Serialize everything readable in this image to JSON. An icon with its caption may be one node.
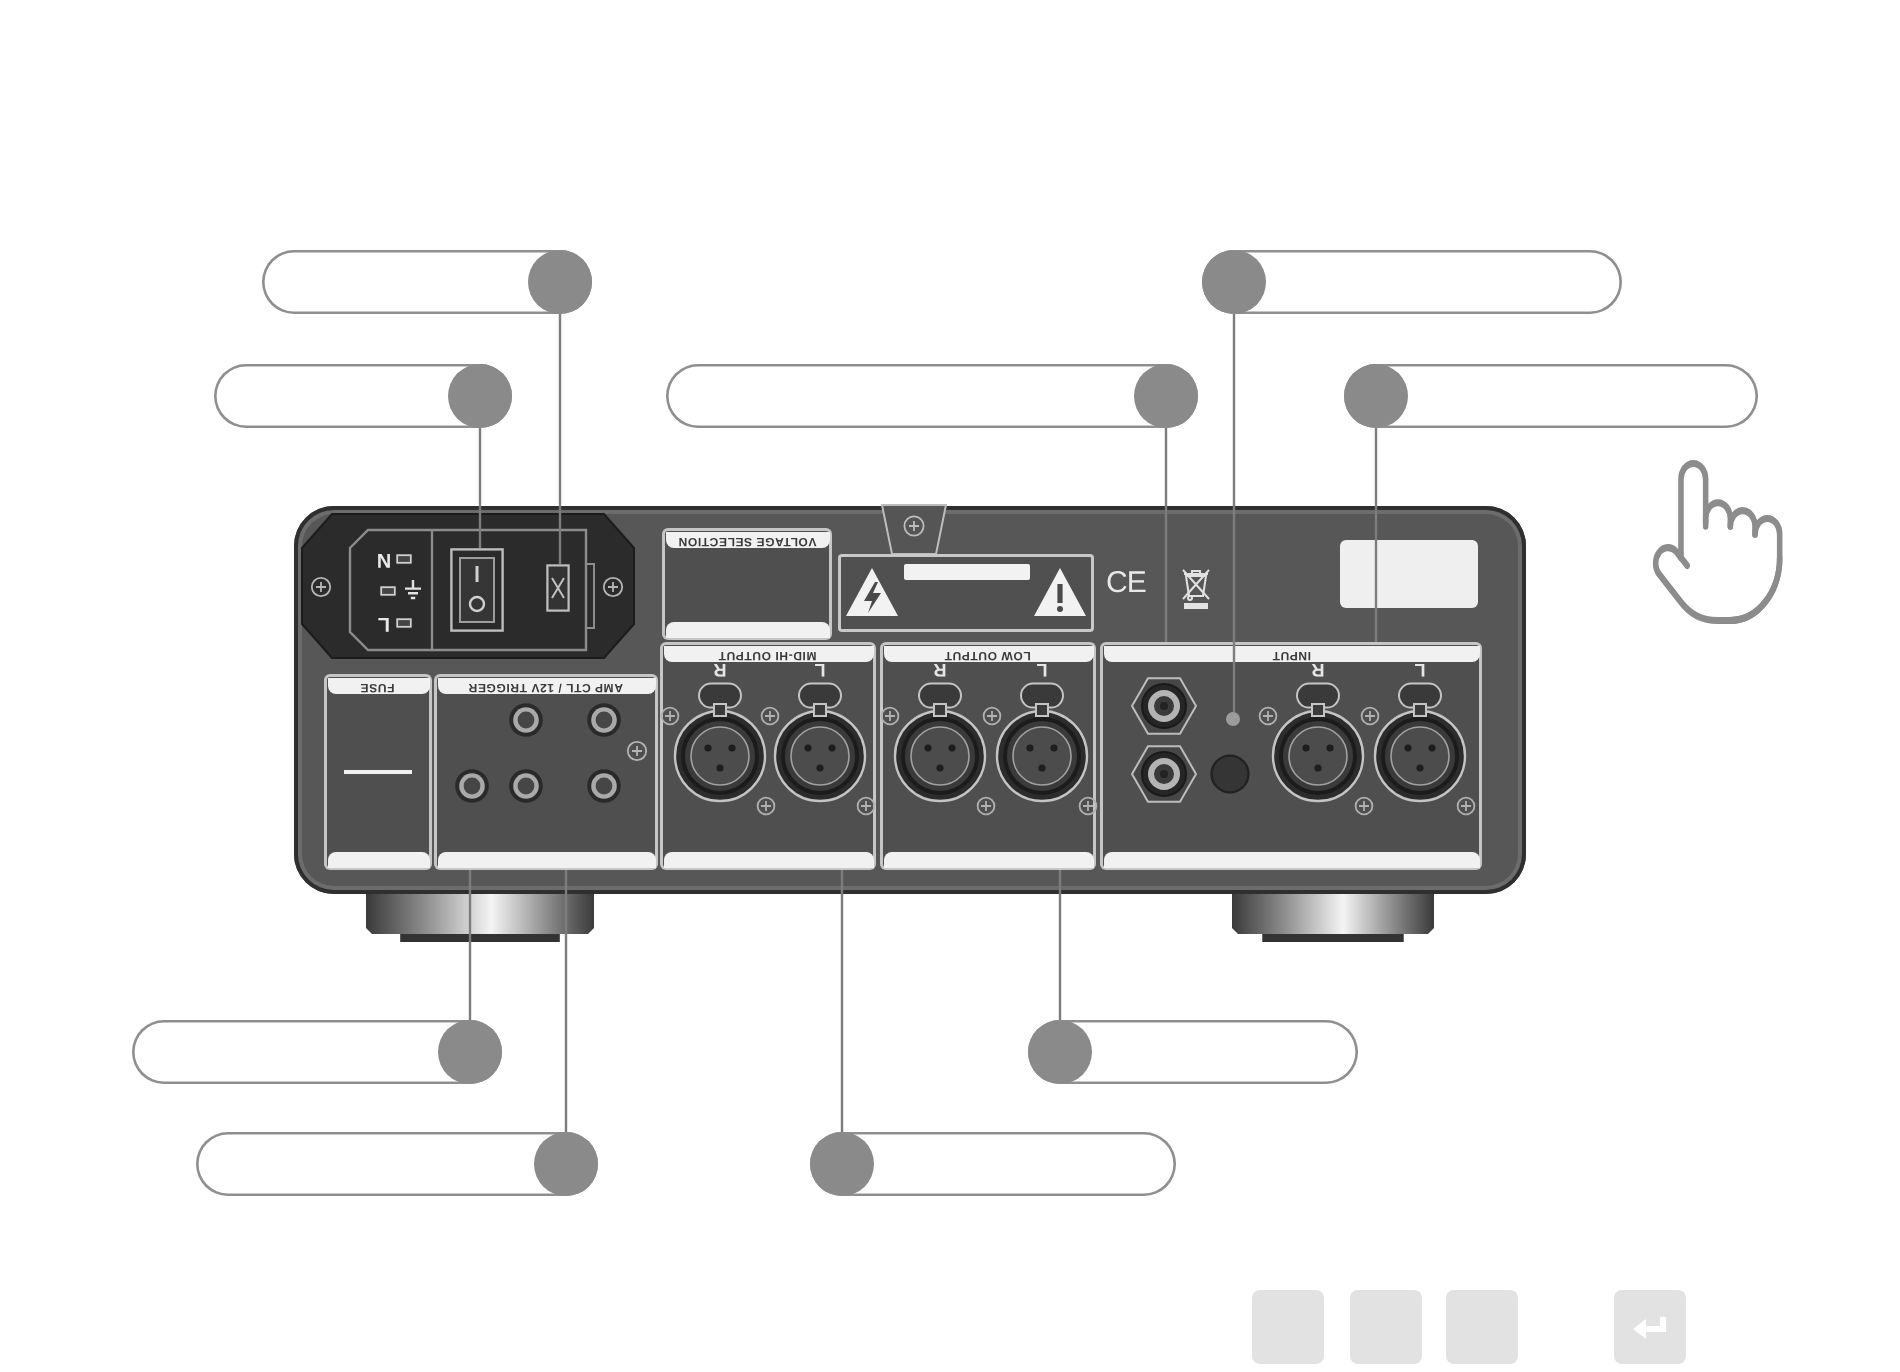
{
  "diagram": {
    "nodes": [
      {
        "text": [],
        "shape": "pill"
      },
      {
        "text": [],
        "shape": "pill"
      },
      {
        "text": [],
        "shape": "pill"
      },
      {
        "text": [],
        "shape": "pill"
      },
      {
        "text": [],
        "shape": "pill"
      },
      {
        "text": [
          "N",
          "L"
        ]
      },
      {
        "text": [],
        "shape": "box",
        "in": 5
      },
      {
        "text": [],
        "shape": "box",
        "in": 5
      },
      {
        "text": [
          "VOLTAGE SELECTION"
        ]
      },
      {
        "text": [
          "FUSE"
        ]
      },
      {
        "text": [
          "AMP CTL / 12V TRIGGER"
        ]
      },
      {
        "text": [
          "MID-HI OUTPUT",
          "R",
          "L"
        ]
      },
      {
        "text": [
          "LOW OUTPUT",
          "R",
          "L"
        ]
      },
      {
        "text": [
          "INPUT",
          "R",
          "L"
        ]
      },
      {
        "text": [],
        "shape": "circle",
        "in": 13
      },
      {
        "text": [],
        "shape": "pill"
      },
      {
        "text": [],
        "shape": "pill"
      },
      {
        "text": [],
        "shape": "pill"
      },
      {
        "text": [],
        "shape": "pill"
      }
    ],
    "edges": [
      {
        "from": 0,
        "to": 7,
        "arrow": "none"
      },
      {
        "from": 1,
        "to": 14,
        "arrow": "none"
      },
      {
        "from": 2,
        "to": 6,
        "arrow": "none"
      },
      {
        "from": 3,
        "to": 13,
        "arrow": "none"
      },
      {
        "from": 4,
        "to": 13,
        "arrow": "none"
      },
      {
        "from": 15,
        "to": 10,
        "arrow": "none"
      },
      {
        "from": 16,
        "to": 12,
        "arrow": "none"
      },
      {
        "from": 17,
        "to": 10,
        "arrow": "none"
      },
      {
        "from": 18,
        "to": 11,
        "arrow": "none"
      }
    ],
    "labels": [
      "CE"
    ]
  }
}
